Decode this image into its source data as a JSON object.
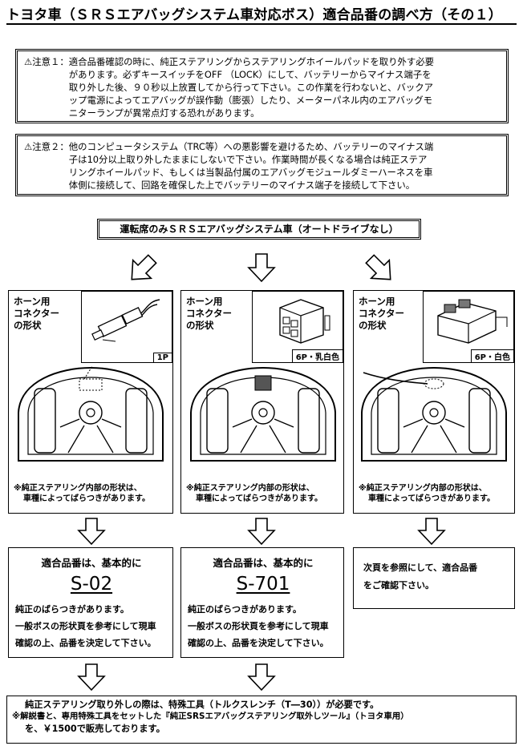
{
  "title": "トヨタ車（ＳＲＳエアバッグシステム車対応ボス）適合品番の調べ方（その１）",
  "caution1": {
    "label": "⚠注意１：",
    "lines": [
      "適合品番確認の時に、純正ステアリングからステアリングホイールパッドを取り外す必要",
      "があります。必ずキースイッチをOFF （LOCK）にして、バッテリーからマイナス端子を",
      "取り外した後、９０秒以上放置してから行って下さい。この作業を行わないと、バックア",
      "ップ電源によってエアバッグが誤作動（膨張）したり、メーターパネル内のエアバッグモ",
      "ニターランプが異常点灯する恐れがあります。"
    ]
  },
  "caution2": {
    "label": "⚠注意２：",
    "lines": [
      "他のコンピュータシステム（TRC等）への悪影響を避けるため、バッテリーのマイナス端",
      "子は10分以上取り外したままにしないで下さい。作業時間が長くなる場合は純正ステア",
      "リングホイールパッド、もしくは当製品付属のエアバッグモジュールダミーハーネスを車",
      "体側に接続して、回路を確保した上でバッテリーのマイナス端子を接続して下さい。"
    ]
  },
  "banner": "運転席のみＳＲＳエアバッグシステム車（オートドライブなし）",
  "panels": [
    {
      "label_lines": [
        "ホーン用",
        "コネクター",
        "の形状"
      ],
      "tag": "1P",
      "note_lines": [
        "※純正ステアリング内部の形状は、",
        "車種によってばらつきがあります。"
      ]
    },
    {
      "label_lines": [
        "ホーン用",
        "コネクター",
        "の形状"
      ],
      "tag": "6P・乳白色",
      "note_lines": [
        "※純正ステアリング内部の形状は、",
        "車種によってばらつきがあります。"
      ]
    },
    {
      "label_lines": [
        "ホーン用",
        "コネクター",
        "の形状"
      ],
      "tag": "6P・白色",
      "note_lines": [
        "※純正ステアリング内部の形状は、",
        "車種によってばらつきがあります。"
      ]
    }
  ],
  "results": [
    {
      "heading": "適合品番は、基本的に",
      "part": "S-02",
      "lines": [
        "純正のばらつきがあります。",
        "一般ボスの形状頁を参考にして現車",
        "確認の上、品番を決定して下さい。"
      ]
    },
    {
      "heading": "適合品番は、基本的に",
      "part": "S-701",
      "lines": [
        "純正のばらつきがあります。",
        "一般ボスの形状頁を参考にして現車",
        "確認の上、品番を決定して下さい。"
      ]
    },
    {
      "lines": [
        "次頁を参照にして、適合品番",
        "をご確認下さい。"
      ]
    }
  ],
  "footer": {
    "lines": [
      "純正ステアリング取り外しの際は、特殊工具（トルクスレンチ（T―30））が必要です。",
      "※解説書と、専用特殊工具をセットした『純正SRSエアバッグステアリング取外しツール』（トヨタ車用）",
      "を、￥1500で販売しております。"
    ]
  }
}
